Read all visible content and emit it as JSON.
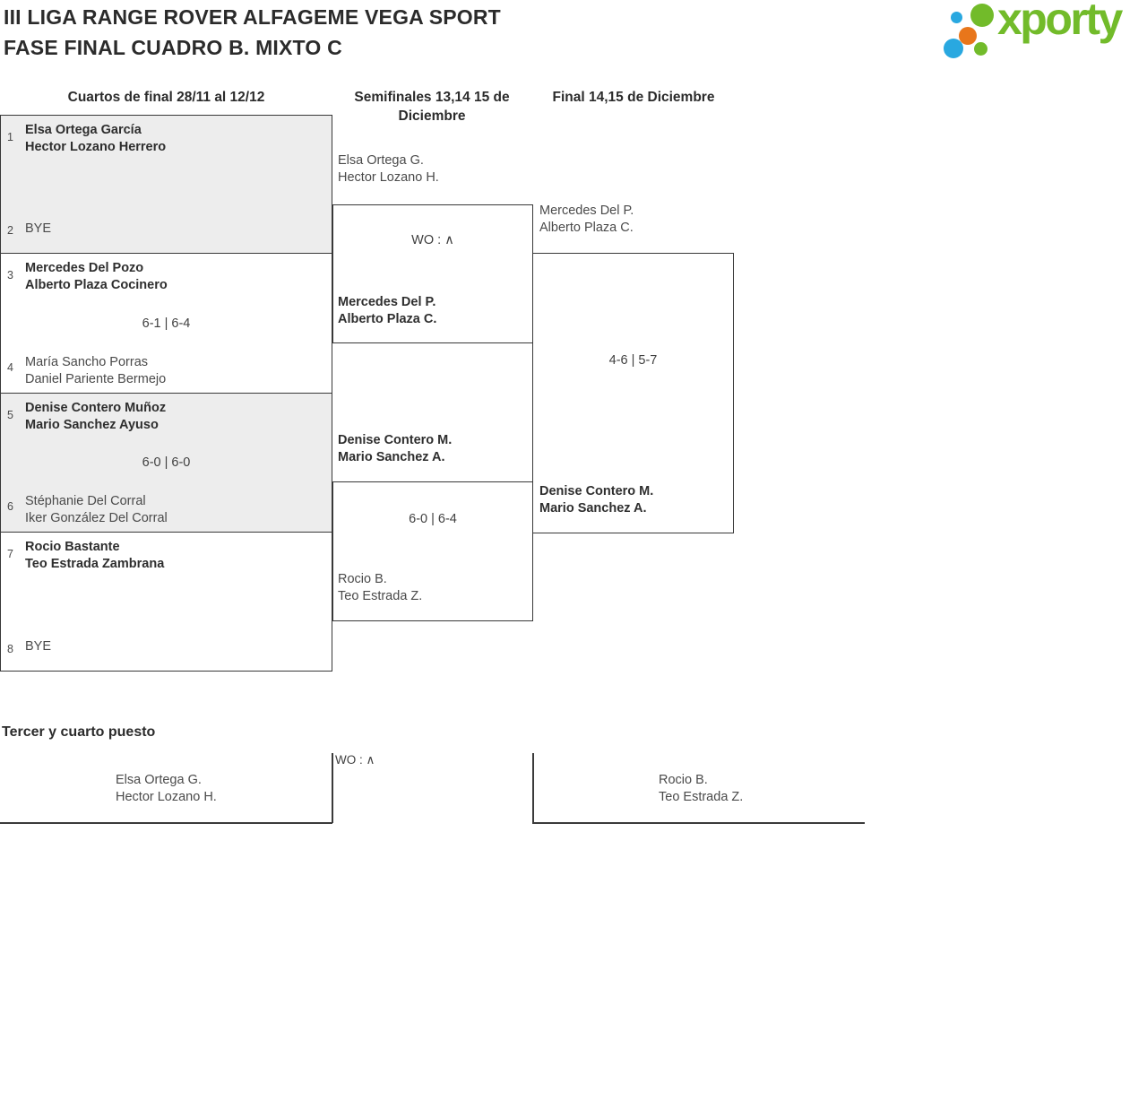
{
  "header": {
    "title_line1": "III LIGA RANGE ROVER ALFAGEME VEGA SPORT",
    "title_line2": "FASE FINAL CUADRO B. MIXTO C",
    "logo_text": "xporty"
  },
  "colors": {
    "logo_green": "#72bb2a",
    "logo_blue": "#29a8e0",
    "logo_orange": "#e8761b",
    "shaded_box_gray": "#ededed",
    "line_color": "#383838"
  },
  "columns": {
    "quarters": "Cuartos de final 28/11 al 12/12",
    "semis": "Semifinales 13,14 15 de Diciembre",
    "final": "Final 14,15 de Diciembre"
  },
  "quarterfinals": [
    {
      "seed_top": "1",
      "team_top": [
        "Elsa Ortega García",
        "Hector Lozano Herrero"
      ],
      "score": "",
      "seed_bottom": "2",
      "team_bottom": [
        "BYE"
      ]
    },
    {
      "seed_top": "3",
      "team_top": [
        "Mercedes Del Pozo",
        "Alberto Plaza Cocinero"
      ],
      "score": "6-1 | 6-4",
      "seed_bottom": "4",
      "team_bottom": [
        "María Sancho Porras",
        "Daniel Pariente Bermejo"
      ]
    },
    {
      "seed_top": "5",
      "team_top": [
        "Denise Contero Muñoz",
        "Mario Sanchez Ayuso"
      ],
      "score": "6-0 | 6-0",
      "seed_bottom": "6",
      "team_bottom": [
        "Stéphanie Del Corral",
        "Iker González Del Corral"
      ]
    },
    {
      "seed_top": "7",
      "team_top": [
        "Rocio Bastante",
        "Teo Estrada Zambrana"
      ],
      "score": "",
      "seed_bottom": "8",
      "team_bottom": [
        "BYE"
      ]
    }
  ],
  "semifinals": [
    {
      "team_top": [
        "Elsa Ortega G.",
        "Hector Lozano H."
      ],
      "score": "WO : ∧",
      "team_bottom": [
        "Mercedes Del P.",
        "Alberto Plaza C."
      ]
    },
    {
      "team_top": [
        "Denise Contero M.",
        "Mario Sanchez A."
      ],
      "score": "6-0 | 6-4",
      "team_bottom": [
        "Rocio B.",
        "Teo Estrada Z."
      ]
    }
  ],
  "final": {
    "team_top": [
      "Mercedes Del P.",
      "Alberto Plaza C."
    ],
    "score": "4-6 | 5-7",
    "team_bottom": [
      "Denise Contero M.",
      "Mario Sanchez A."
    ]
  },
  "third_place": {
    "heading": "Tercer y cuarto puesto",
    "team_left": [
      "Elsa Ortega G.",
      "Hector Lozano H."
    ],
    "score": "WO : ∧",
    "team_right": [
      "Rocio B.",
      "Teo Estrada Z."
    ]
  }
}
